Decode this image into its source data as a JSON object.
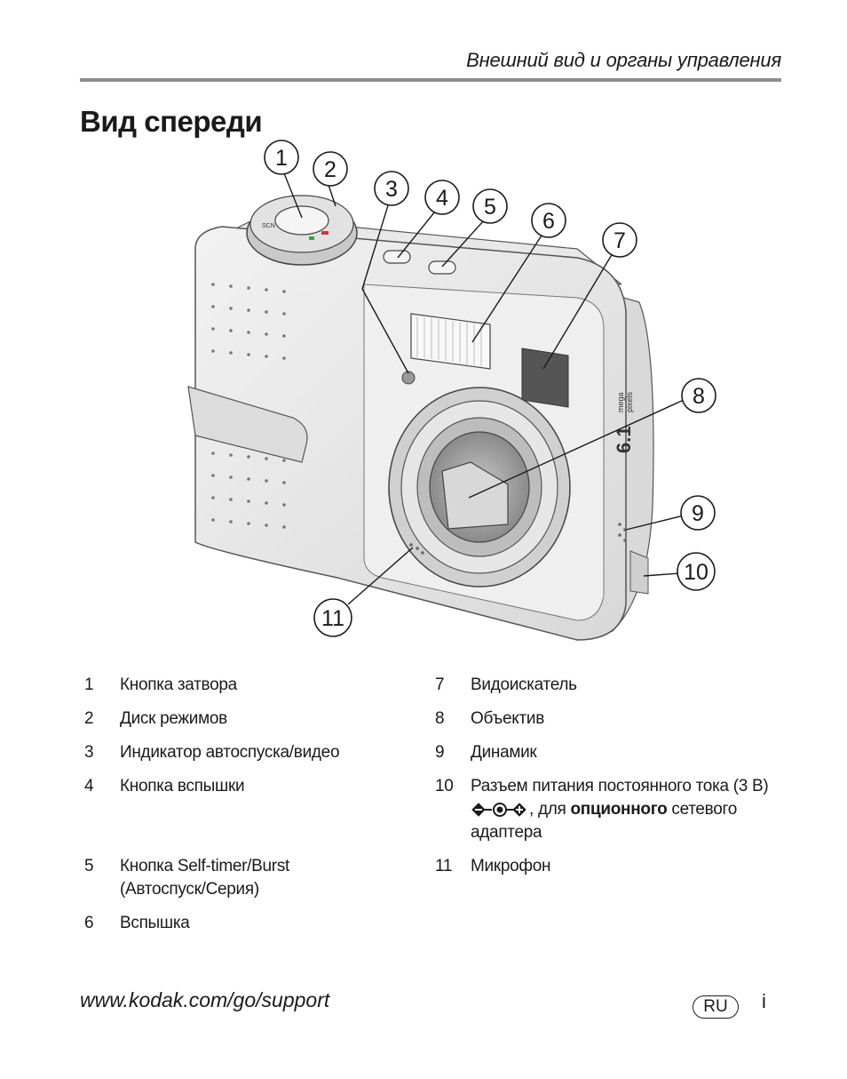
{
  "header": {
    "section": "Внешний вид и органы управления"
  },
  "page": {
    "title": "Вид спереди"
  },
  "figure": {
    "callouts": [
      "1",
      "2",
      "3",
      "4",
      "5",
      "6",
      "7",
      "8",
      "9",
      "10",
      "11"
    ],
    "camera_marks": {
      "megapixels": "6.1",
      "mega": "mega",
      "pixels": "pixels",
      "mode_scn": "SCN"
    }
  },
  "legend": {
    "left": [
      {
        "num": "1",
        "text": "Кнопка затвора"
      },
      {
        "num": "2",
        "text": "Диск режимов"
      },
      {
        "num": "3",
        "text": "Индикатор автоспуска/видео"
      },
      {
        "num": "4",
        "text": "Кнопка вспышки"
      },
      {
        "num": "5",
        "line1": "Кнопка Self-timer/Burst",
        "line2": "(Автоспуск/Серия)"
      },
      {
        "num": "6",
        "text": "Вспышка"
      }
    ],
    "right": [
      {
        "num": "7",
        "text": "Видоискатель"
      },
      {
        "num": "8",
        "text": "Объектив"
      },
      {
        "num": "9",
        "text": "Динамик"
      },
      {
        "num": "10",
        "line1": "Разъем питания постоянного тока (3 В)",
        "pre_bold": ", для ",
        "bold": "опционного",
        "post_bold": " сетевого",
        "line3": "адаптера"
      },
      {
        "num": "11",
        "text": "Микрофон"
      }
    ]
  },
  "footer": {
    "url": "www.kodak.com/go/support",
    "lang": "RU",
    "page_number": "i"
  }
}
